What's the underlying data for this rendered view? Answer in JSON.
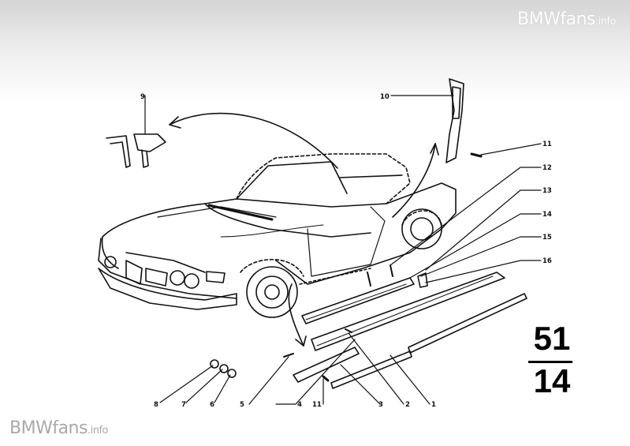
{
  "watermark": {
    "brand": "BMWfans",
    "suffix": ".info"
  },
  "group": {
    "main": "51",
    "sub": "14"
  },
  "callouts": [
    "1",
    "2",
    "3",
    "4",
    "5",
    "6",
    "7",
    "8",
    "9",
    "10",
    "11",
    "11",
    "12",
    "13",
    "14",
    "15",
    "16"
  ]
}
